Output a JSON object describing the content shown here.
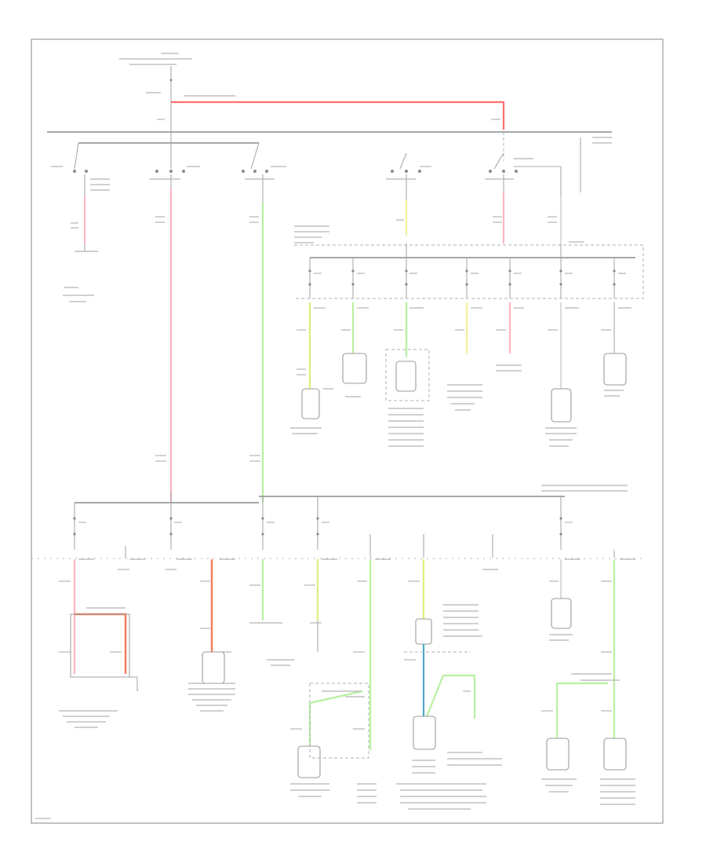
{
  "diagram": {
    "corner_label": "",
    "sections": [
      "ignition-switch",
      "central-junction-box-fuses",
      "battery-junction-box-fuses",
      "loads"
    ]
  }
}
